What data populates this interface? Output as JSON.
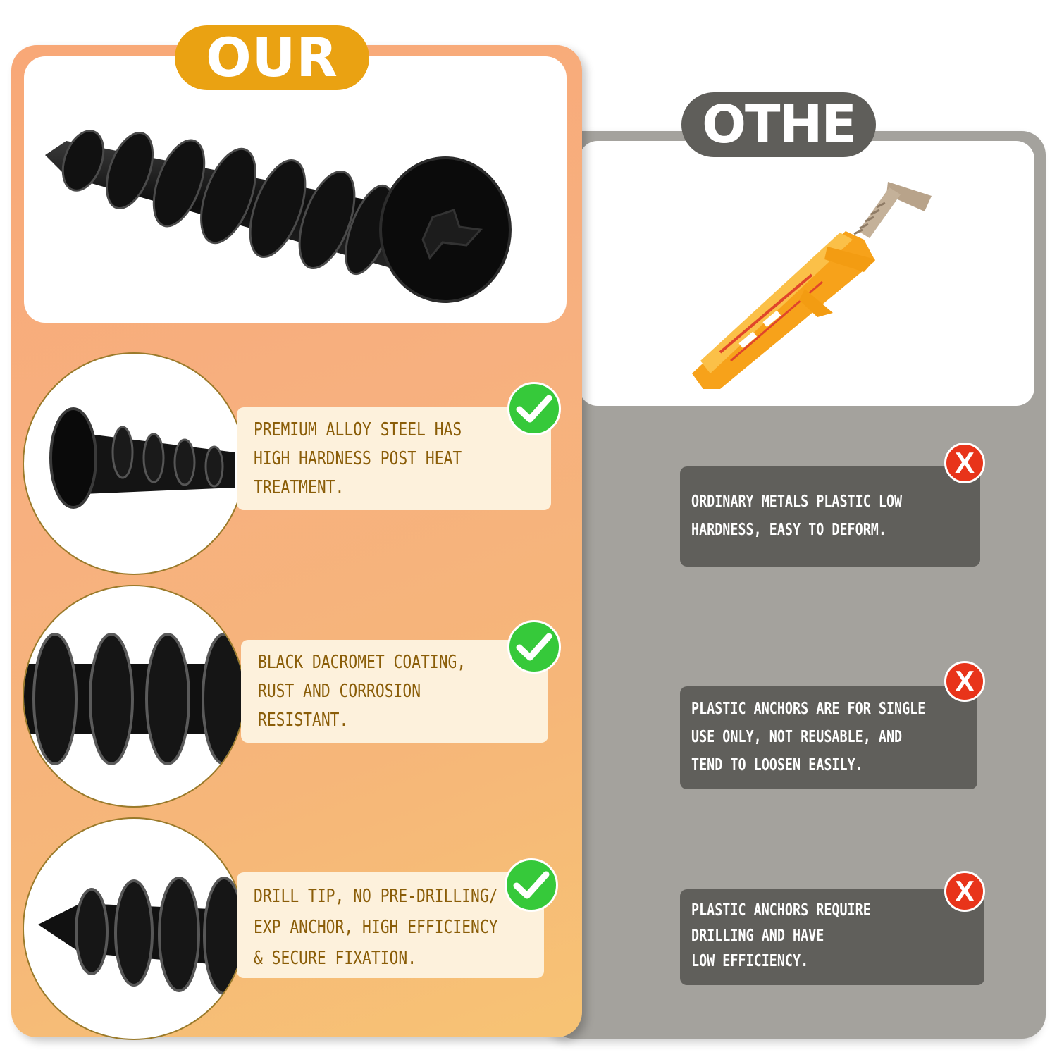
{
  "ours": {
    "badge": "OUR",
    "features": [
      {
        "lines": [
          "PREMIUM ALLOY STEEL HAS",
          "HIGH HARDNESS POST HEAT",
          "TREATMENT."
        ],
        "icon": "check-icon"
      },
      {
        "lines": [
          "BLACK DACROMET COATING,",
          "RUST AND CORROSION",
          "RESISTANT."
        ],
        "icon": "check-icon"
      },
      {
        "lines": [
          "DRILL TIP, NO PRE-DRILLING/",
          "EXP ANCHOR, HIGH EFFICIENCY",
          "& SECURE FIXATION."
        ],
        "icon": "check-icon"
      }
    ]
  },
  "others": {
    "badge": "OTHE",
    "drawbacks": [
      {
        "lines": [
          "ORDINARY METALS PLASTIC LOW",
          "HARDNESS, EASY TO DEFORM."
        ],
        "icon": "x-icon",
        "mark": "X"
      },
      {
        "lines": [
          "PLASTIC ANCHORS ARE FOR SINGLE",
          "USE ONLY, NOT REUSABLE, AND",
          "TEND TO LOOSEN EASILY."
        ],
        "icon": "x-icon",
        "mark": "X"
      },
      {
        "lines": [
          "PLASTIC ANCHORS REQUIRE",
          "DRILLING AND HAVE",
          "LOW EFFICIENCY."
        ],
        "icon": "x-icon",
        "mark": "X"
      }
    ]
  },
  "colors": {
    "accent_our": "#eaa212",
    "accent_other": "#5f5e5a",
    "check": "#36c93a",
    "cross": "#e8341a"
  }
}
